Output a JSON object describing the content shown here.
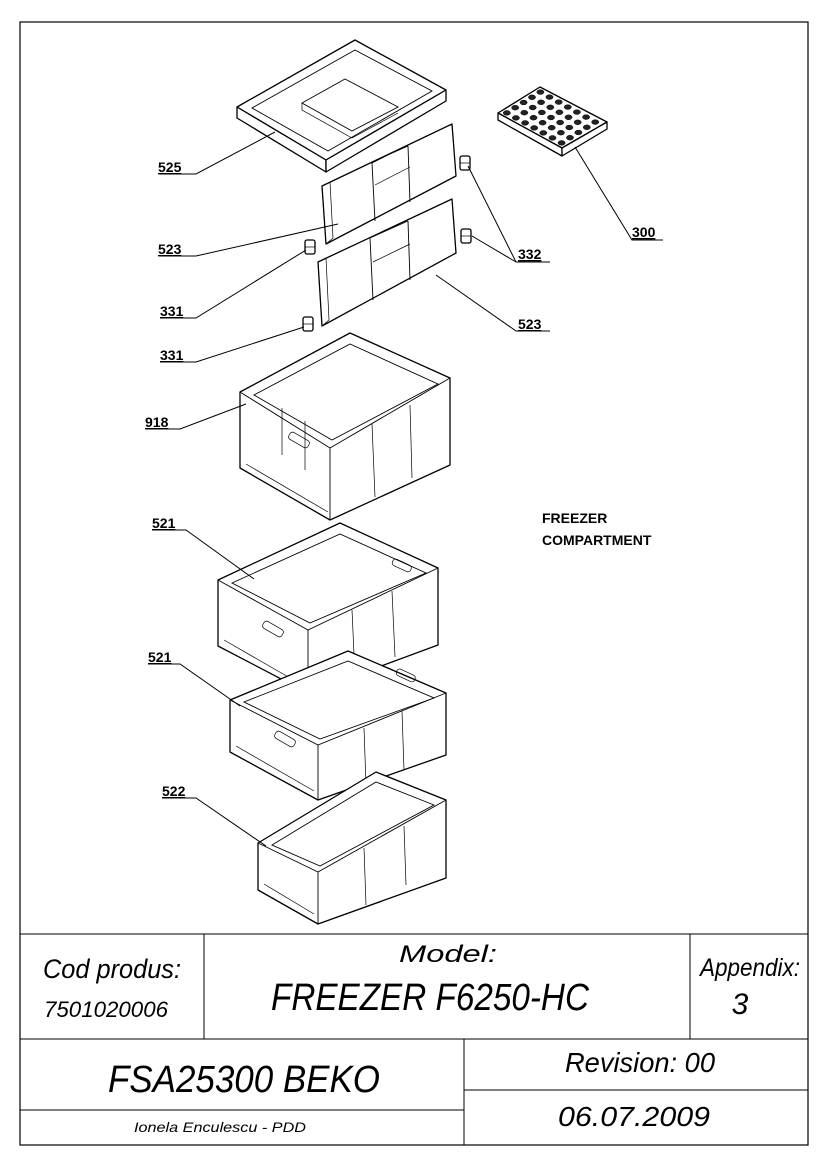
{
  "parts": [
    {
      "id": "525",
      "label": "525"
    },
    {
      "id": "523a",
      "label": "523"
    },
    {
      "id": "331a",
      "label": "331"
    },
    {
      "id": "331b",
      "label": "331"
    },
    {
      "id": "918",
      "label": "918"
    },
    {
      "id": "521a",
      "label": "521"
    },
    {
      "id": "521b",
      "label": "521"
    },
    {
      "id": "522",
      "label": "522"
    },
    {
      "id": "300",
      "label": "300"
    },
    {
      "id": "332",
      "label": "332"
    },
    {
      "id": "523b",
      "label": "523"
    }
  ],
  "compartment_note": {
    "line1": "FREEZER",
    "line2": "COMPARTMENT"
  },
  "title_block": {
    "cod_label": "Cod produs:",
    "cod_value": "7501020006",
    "model_label": "Model:",
    "model_value": "FREEZER F6250-HC",
    "appendix_label": "Appendix:",
    "appendix_value": "3",
    "product": "FSA25300 BEKO",
    "revision": "Revision: 00",
    "author": "Ionela Enculescu - PDD",
    "date": "06.07.2009"
  }
}
